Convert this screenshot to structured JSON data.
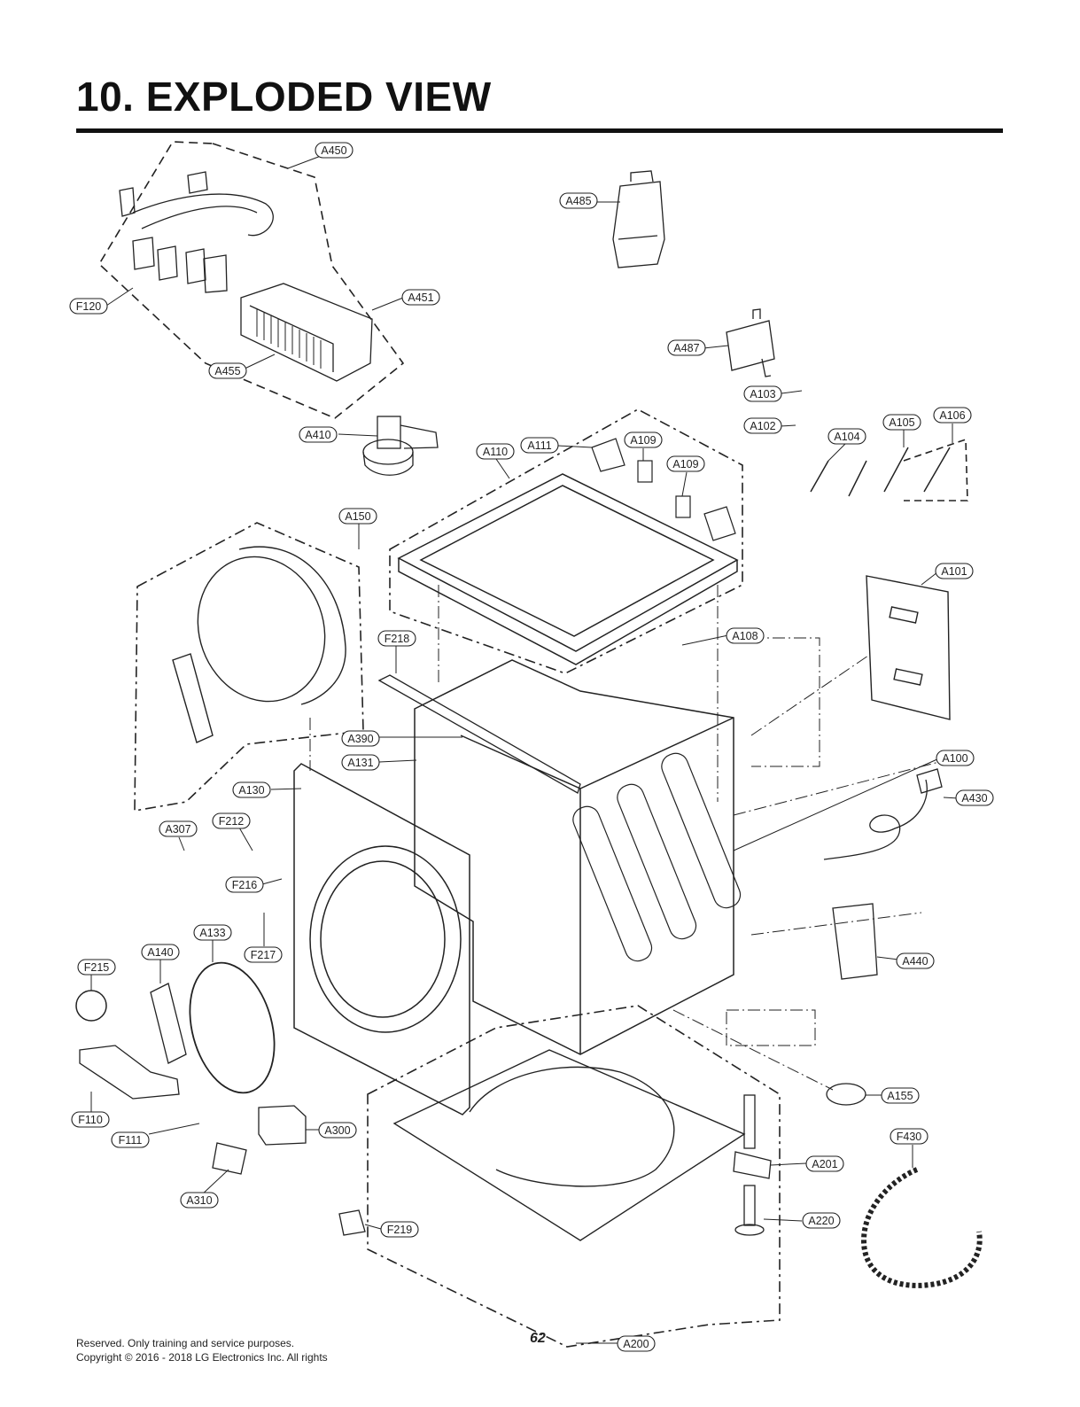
{
  "header": {
    "title": "10. EXPLODED  VIEW"
  },
  "callouts": [
    "A450",
    "A485",
    "F120",
    "A451",
    "A455",
    "A487",
    "A103",
    "A102",
    "A410",
    "A105",
    "A106",
    "A104",
    "A110",
    "A111",
    "A109",
    "A109",
    "A150",
    "A101",
    "A108",
    "F218",
    "A390",
    "A131",
    "A100",
    "A130",
    "A430",
    "F212",
    "A307",
    "F216",
    "A133",
    "A140",
    "F217",
    "F215",
    "A440",
    "F110",
    "F111",
    "A300",
    "A155",
    "F430",
    "A201",
    "A310",
    "A220",
    "F219",
    "A200"
  ],
  "footer": {
    "line1": "Reserved. Only training and service purposes.",
    "line2": "Copyright © 2016 - 2018 LG Electronics Inc. All rights",
    "page_number": "62"
  }
}
